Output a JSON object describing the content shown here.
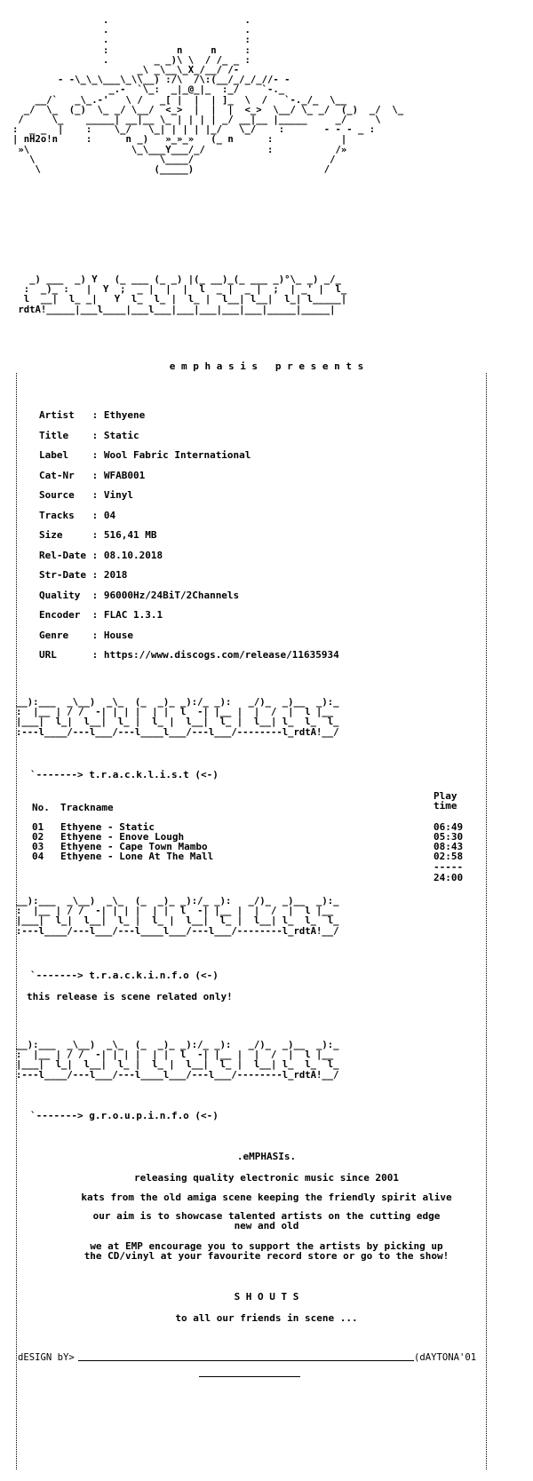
{
  "header_art": "                .                        .\n                .                        .\n                .                        :\n                :            n     n     :\n                .        _ _)\\ \\  / /_ _ :\n                      _\\ _\\__\\_X_/__/ /-\n        - -\\_\\_\\___\\_\\\\__) :/\\  /\\:(__/_/_/_//- -\n                 _.-  `\\_:  _|_@_|_  :_/    `-._\n    __/`   _\\_.-'   \\ /   _[ |  |  | ]_  \\  /   `-._/_  \\__\n  _/  \\_  (_)  \\_ _/ \\__/  <_>  |  |  |  <_>  \\__/ \\_ _/  (_)  _/  \\_\n /     \\_    _____| __|__ \\_ | | | | _/ __|__ |_____     _/     \\\n:  _ _  |    :    \\_/   \\_| | | | |_/   \\_/    :       - - - _ :\n| nH2o!n     :      n _)   »_»_»   (_ n      :            |\n »\\                  \\_\\___Y___/_/           :           /»\n   \\                      \\____/                        /\n    \\                    (_____)                       /\n",
  "logo_art": "   _) ___  _) Y   (_ ___ (_ _) |(_ __)_(_ ___ _)°\\_ _) _/_\n  :  _)_ :   |  Y  ;  _ |  |  |  l  _ |  _ |  ;  | _' |  l_\n  l  __|  l_ _|   Y  l_  l_ |  l_ |  l__| l__|  l_| l_____|\n rdtA!_____|___l____|___l___|___|___|___|___|_____|_____|\n",
  "presents": {
    "label": "e m p h a s i s   p r e s e n t s"
  },
  "info_fields": [
    {
      "key": "Artist   ",
      "value": "Ethyene"
    },
    {
      "key": "Title    ",
      "value": "Static"
    },
    {
      "key": "Label    ",
      "value": "Wool Fabric International"
    },
    {
      "key": "Cat-Nr   ",
      "value": "WFAB001"
    },
    {
      "key": "Source   ",
      "value": "Vinyl"
    },
    {
      "key": "Tracks   ",
      "value": "04"
    },
    {
      "key": "Size     ",
      "value": "516,41 MB"
    },
    {
      "key": "Rel-Date ",
      "value": "08.10.2018"
    },
    {
      "key": "Str-Date ",
      "value": "2018"
    },
    {
      "key": "Quality  ",
      "value": "96000Hz/24BiT/2Channels"
    },
    {
      "key": "Encoder  ",
      "value": "FLAC 1.3.1"
    },
    {
      "key": "Genre    ",
      "value": "House"
    },
    {
      "key": "URL      ",
      "value": "https://www.discogs.com/release/11635934"
    }
  ],
  "tracklist": {
    "section_label": "`-------> t.r.a.c.k.l.i.s.t (<-)",
    "col_no": "No.",
    "col_name": "Trackname",
    "col_play": "Play",
    "col_time": "time",
    "tracks": [
      {
        "no": "01",
        "name": "Ethyene - Static",
        "time": "06:49"
      },
      {
        "no": "02",
        "name": "Ethyene - Enove Lough",
        "time": "05:30"
      },
      {
        "no": "03",
        "name": "Ethyene - Cape Town Mambo",
        "time": "08:43"
      },
      {
        "no": "04",
        "name": "Ethyene - Lone At The Mall",
        "time": "02:58"
      }
    ],
    "separator": "-----",
    "total": "24:00"
  },
  "trackinfo": {
    "section_label": "`-------> t.r.a.c.k.i.n.f.o (<-)",
    "text": "this release is scene related only!"
  },
  "groupinfo": {
    "section_label": "`-------> g.r.o.u.p.i.n.f.o (<-)",
    "group_name": ".eMPHASIs.",
    "lines": [
      "releasing quality electronic music since 2001",
      "kats from the old amiga scene keeping the friendly spirit alive",
      "our aim is to showcase talented artists on the cutting edge\nnew and old",
      "we at EMP encourage you to support the artists by picking up\nthe CD/vinyl at your favourite record store or go to the show!"
    ],
    "shouts_title": "S H O U T S",
    "shouts_text": "to all our friends in scene ..."
  },
  "footer": {
    "left": "dESIGN bY>",
    "right": "(dAYTONA'01"
  },
  "divider_art": "__):___  _\\__)  _\\_  (_  _)_ _):/_ _):   _/)_  _)__  _):_\n:  |__ | / /  -| | | |  | |  l  -| |__ |  |  /  |  l |__\n|___|  l_|  l__|  l_ |  l_ |  l__|  l_ |  l__| l_  l_  l_\n:---l____/---l___/---l____l___/---l___/--------l_rdtA!__/\n"
}
